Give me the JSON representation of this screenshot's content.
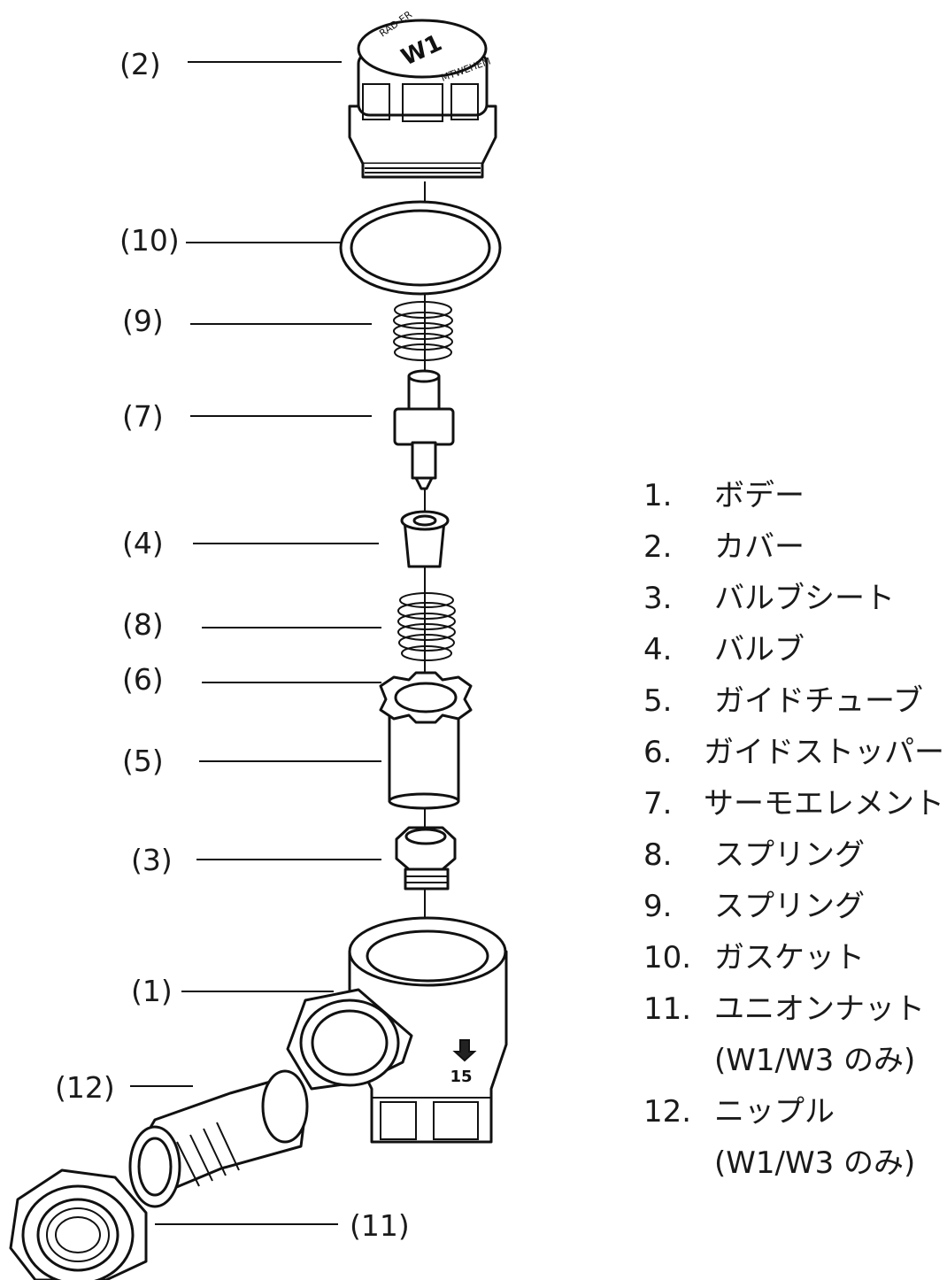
{
  "callouts": {
    "c2": "(2)",
    "c10": "(10)",
    "c9": "(9)",
    "c7": "(7)",
    "c4": "(4)",
    "c8": "(8)",
    "c6": "(6)",
    "c5": "(5)",
    "c3": "(3)",
    "c1": "(1)",
    "c12": "(12)",
    "c11": "(11)"
  },
  "cap_text": {
    "model": "W1",
    "arc_top": "RAD-ER",
    "arc_side": "MTWEHEM"
  },
  "body_marks": {
    "size": "15"
  },
  "legend": [
    {
      "num": "1.",
      "name": "ボデー"
    },
    {
      "num": "2.",
      "name": "カバー"
    },
    {
      "num": "3.",
      "name": "バルブシート"
    },
    {
      "num": "4.",
      "name": "バルブ"
    },
    {
      "num": "5.",
      "name": "ガイドチューブ"
    },
    {
      "num": "6.",
      "name": "ガイドストッパー"
    },
    {
      "num": "7.",
      "name": "サーモエレメント"
    },
    {
      "num": "8.",
      "name": "スプリング"
    },
    {
      "num": "9.",
      "name": "スプリング"
    },
    {
      "num": "10.",
      "name": "ガスケット"
    },
    {
      "num": "11.",
      "name": "ユニオンナット",
      "note": "(W1/W3 のみ)"
    },
    {
      "num": "12.",
      "name": "ニップル",
      "note": "(W1/W3 のみ)"
    }
  ]
}
